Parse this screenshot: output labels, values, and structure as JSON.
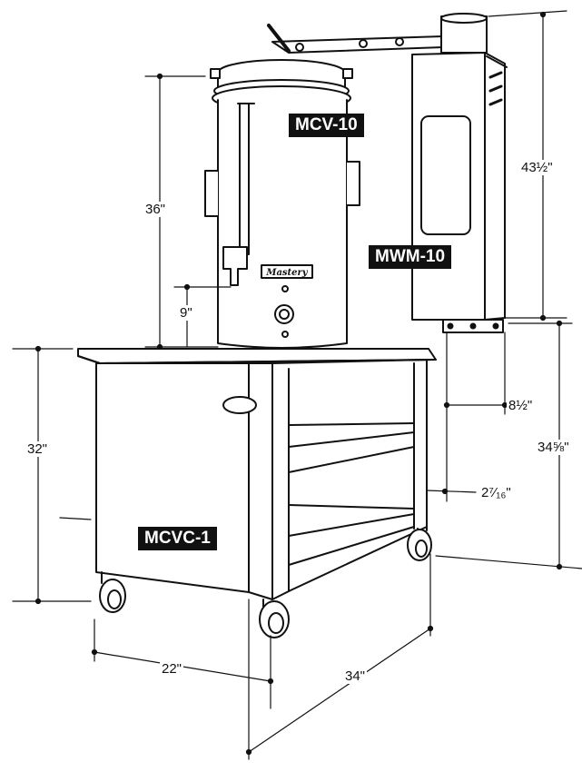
{
  "labels": {
    "urn": "MCV-10",
    "water_module": "MWM-10",
    "cart": "MCVC-1",
    "brand": "Mastery"
  },
  "dimensions": {
    "urn_height": "36\"",
    "spigot_height": "9\"",
    "cart_height": "32\"",
    "cart_depth": "22\"",
    "cart_width": "34\"",
    "module_height": "43½\"",
    "module_offset": "8½\"",
    "module_mount_height": "34⅝\"",
    "shelf_gap": "2⁷⁄₁₆\""
  },
  "colors": {
    "line": "#111111",
    "badge_bg": "#111111",
    "badge_text": "#ffffff",
    "background": "#ffffff"
  }
}
